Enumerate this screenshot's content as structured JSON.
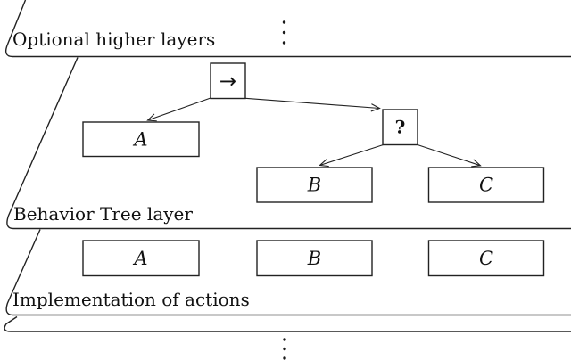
{
  "diagram": {
    "layers": [
      {
        "label": "Optional higher layers"
      },
      {
        "label": "Behavior Tree layer"
      },
      {
        "label": "Implementation of actions"
      }
    ],
    "ellipsis": {
      "top": "⋮",
      "bottom": "⋮"
    },
    "behavior_tree": {
      "root_label": "→",
      "fallback_label": "?",
      "action_labels": [
        "A",
        "B",
        "C"
      ]
    },
    "implementation_labels": [
      "A",
      "B",
      "C"
    ],
    "colors": {
      "line": "#222222",
      "text": "#111111",
      "background": "#ffffff"
    }
  }
}
